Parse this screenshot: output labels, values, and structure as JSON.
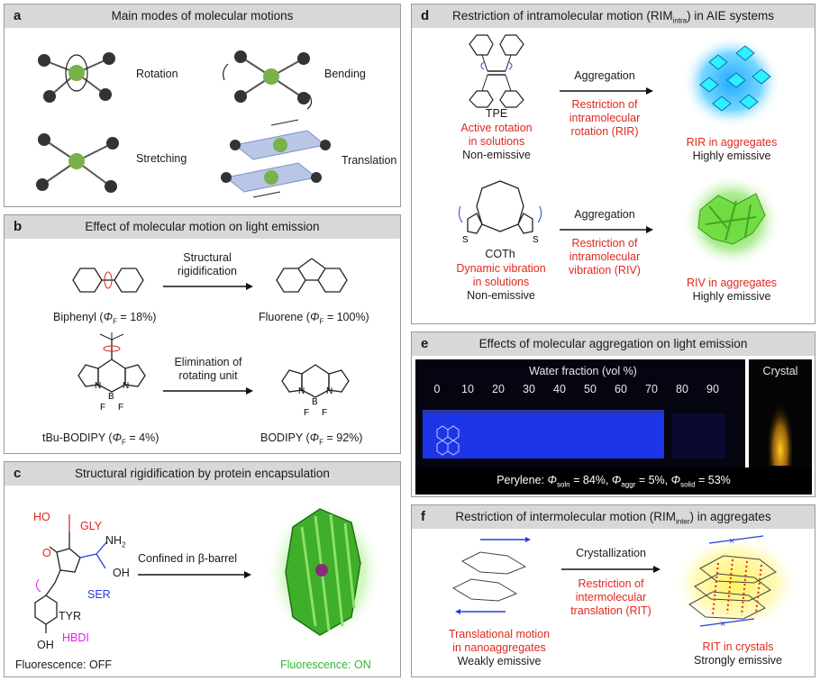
{
  "panel_a": {
    "tag": "a",
    "title": "Main modes of molecular motions",
    "rotation": "Rotation",
    "bending": "Bending",
    "stretching": "Stretching",
    "translation": "Translation"
  },
  "panel_b": {
    "tag": "b",
    "title": "Effect of molecular motion on light emission",
    "arrow1_line1": "Structural",
    "arrow1_line2": "rigidification",
    "biphenyl_name": "Biphenyl (",
    "biphenyl_phi": "Φ",
    "biphenyl_sub": "F",
    "biphenyl_val": " = 18%)",
    "fluorene_name": "Fluorene (",
    "fluorene_phi": "Φ",
    "fluorene_sub": "F",
    "fluorene_val": " = 100%)",
    "arrow2_line1": "Elimination of",
    "arrow2_line2": "rotating unit",
    "tbu_name": "tBu-BODIPY (",
    "tbu_phi": "Φ",
    "tbu_sub": "F",
    "tbu_val": " = 4%)",
    "bodipy_name": "BODIPY (",
    "bodipy_phi": "Φ",
    "bodipy_sub": "F",
    "bodipy_val": " = 92%)"
  },
  "panel_c": {
    "tag": "c",
    "title": "Structural rigidification by protein encapsulation",
    "gly": "GLY",
    "ser": "SER",
    "tyr": "TYR",
    "hbdi": "HBDI",
    "ho": "HO",
    "nh2": "NH",
    "nh2_sub": "2",
    "oh": "OH",
    "oh2": "OH",
    "o": "O",
    "arrow": "Confined in β-barrel",
    "off": "Fluorescence: OFF",
    "on": "Fluorescence: ON"
  },
  "panel_d": {
    "tag": "d",
    "title_pre": "Restriction of intramolecular motion (RIM",
    "title_sub": "intra",
    "title_post": ") in AIE systems",
    "tpe": "TPE",
    "tpe_red1": "Active rotation",
    "tpe_red2": "in solutions",
    "tpe_black": "Non-emissive",
    "agg1": "Aggregation",
    "rir1": "Restriction of",
    "rir2": "intramolecular",
    "rir3": "rotation (RIR)",
    "rir_agg": "RIR in aggregates",
    "rir_em": "Highly emissive",
    "coth": "COTh",
    "coth_red1": "Dynamic vibration",
    "coth_red2": "in solutions",
    "coth_black": "Non-emissive",
    "agg2": "Aggregation",
    "riv1": "Restriction of",
    "riv2": "intramolecular",
    "riv3": "vibration (RIV)",
    "riv_agg": "RIV in aggregates",
    "riv_em": "Highly emissive"
  },
  "panel_e": {
    "tag": "e",
    "title": "Effects of molecular aggregation on light emission",
    "water_fraction": "Water fraction (vol %)",
    "crystal": "Crystal",
    "fractions": [
      "0",
      "10",
      "20",
      "30",
      "40",
      "50",
      "60",
      "70",
      "80",
      "90"
    ],
    "caption_pre": "Perylene: ",
    "phi": "Φ",
    "soln_sub": "soln",
    "soln_val": " = 84%, ",
    "aggr_sub": "aggr",
    "aggr_val": " = 5%, ",
    "solid_sub": "solid",
    "solid_val": " = 53%"
  },
  "panel_f": {
    "tag": "f",
    "title_pre": "Restriction of intermolecular motion (RIM",
    "title_sub": "inter",
    "title_post": ") in aggregates",
    "cryst": "Crystallization",
    "rit1": "Restriction of",
    "rit2": "intermolecular",
    "rit3": "translation (RIT)",
    "trans_red1": "Translational motion",
    "trans_red2": "in nanoaggregates",
    "trans_black": "Weakly emissive",
    "rit_red": "RIT in crystals",
    "rit_black": "Strongly emissive"
  },
  "colors": {
    "header_gray": "#d8d8d8",
    "red": "#e0281e",
    "blue": "#2a3de0",
    "green_text": "#2fb82f",
    "magenta": "#e020e0",
    "vial_blue": "#1f3cff",
    "cyan_glow": "#20e0ff",
    "green_glow": "#6ee03c",
    "yellow_glow": "#fff35a"
  }
}
